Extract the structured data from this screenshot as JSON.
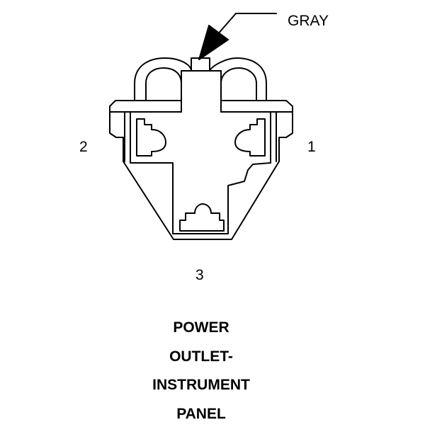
{
  "callout": {
    "color_label": "GRAY"
  },
  "pins": {
    "pin1": "1",
    "pin2": "2",
    "pin3": "3"
  },
  "caption": {
    "lines": [
      "POWER",
      "OUTLET-",
      "INSTRUMENT",
      "PANEL"
    ]
  },
  "colors": {
    "line": "#000000",
    "background": "#ffffff"
  }
}
